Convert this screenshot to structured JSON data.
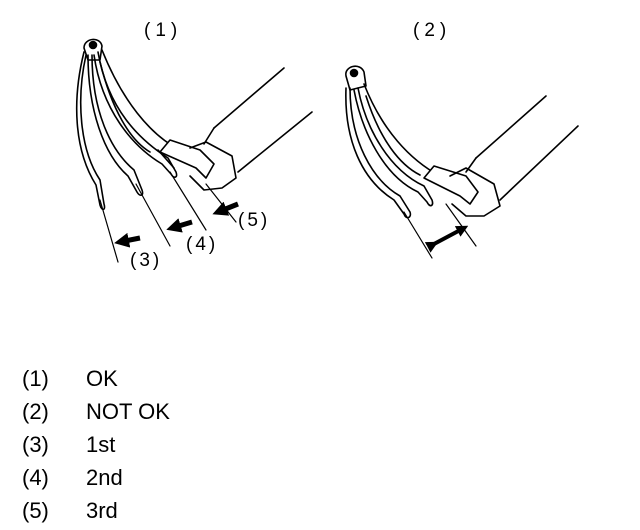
{
  "figure": {
    "panel_labels": [
      "(1)",
      "(2)"
    ],
    "callouts": [
      "(3)",
      "(4)",
      "(5)"
    ]
  },
  "legend": [
    {
      "key": "(1)",
      "value": "OK"
    },
    {
      "key": "(2)",
      "value": "NOT OK"
    },
    {
      "key": "(3)",
      "value": "1st"
    },
    {
      "key": "(4)",
      "value": "2nd"
    },
    {
      "key": "(5)",
      "value": "3rd"
    }
  ]
}
